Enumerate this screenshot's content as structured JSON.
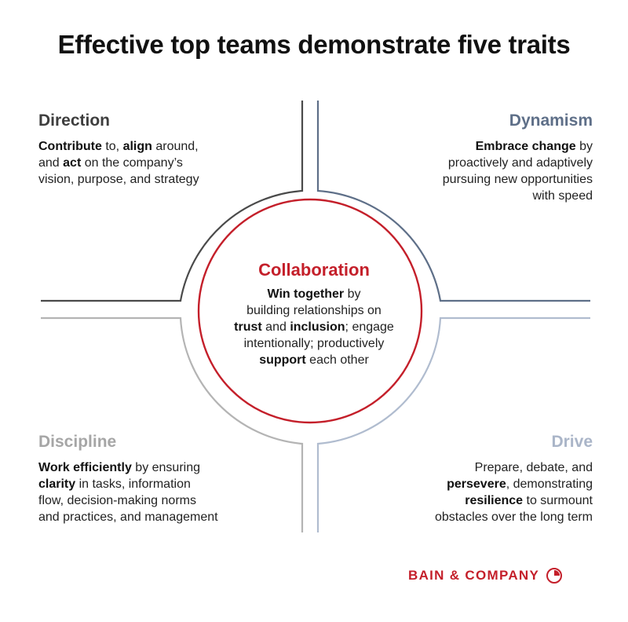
{
  "title": "Effective top teams demonstrate five traits",
  "traits": {
    "direction": {
      "heading": "Direction",
      "lines": [
        [
          {
            "t": "Contribute",
            "b": true
          },
          {
            "t": " to, "
          },
          {
            "t": "align",
            "b": true
          },
          {
            "t": " around,"
          }
        ],
        [
          {
            "t": "and "
          },
          {
            "t": "act",
            "b": true
          },
          {
            "t": " on the company’s"
          }
        ],
        [
          {
            "t": "vision, purpose, and strategy"
          }
        ]
      ]
    },
    "dynamism": {
      "heading": "Dynamism",
      "lines": [
        [
          {
            "t": "Embrace change",
            "b": true
          },
          {
            "t": " by"
          }
        ],
        [
          {
            "t": "proactively and adaptively"
          }
        ],
        [
          {
            "t": "pursuing new opportunities"
          }
        ],
        [
          {
            "t": "with speed"
          }
        ]
      ]
    },
    "collaboration": {
      "heading": "Collaboration",
      "lines": [
        [
          {
            "t": "Win together",
            "b": true
          },
          {
            "t": " by"
          }
        ],
        [
          {
            "t": "building relationships on"
          }
        ],
        [
          {
            "t": "trust",
            "b": true
          },
          {
            "t": " and "
          },
          {
            "t": "inclusion",
            "b": true
          },
          {
            "t": "; engage"
          }
        ],
        [
          {
            "t": "intentionally; productively"
          }
        ],
        [
          {
            "t": "support",
            "b": true
          },
          {
            "t": " each other"
          }
        ]
      ]
    },
    "discipline": {
      "heading": "Discipline",
      "lines": [
        [
          {
            "t": "Work efficiently",
            "b": true
          },
          {
            "t": " by ensuring"
          }
        ],
        [
          {
            "t": "clarity",
            "b": true
          },
          {
            "t": " in tasks, information"
          }
        ],
        [
          {
            "t": "flow, decision-making norms"
          }
        ],
        [
          {
            "t": "and practices, and management"
          }
        ]
      ]
    },
    "drive": {
      "heading": "Drive",
      "lines": [
        [
          {
            "t": "Prepare, debate, and"
          }
        ],
        [
          {
            "t": "persevere",
            "b": true
          },
          {
            "t": ", demonstrating"
          }
        ],
        [
          {
            "t": "resilience",
            "b": true
          },
          {
            "t": " to surmount"
          }
        ],
        [
          {
            "t": "obstacles over the long term"
          }
        ]
      ]
    }
  },
  "colors": {
    "collaboration_red": "#c41f2a",
    "direction_gray": "#4a4a4a",
    "dynamism_slate": "#5e6f88",
    "discipline_lightgray": "#b4b4b4",
    "drive_lightslate": "#b0bccf"
  },
  "logo": {
    "text": "BAIN & COMPANY",
    "icon": "bain-clock-icon"
  }
}
